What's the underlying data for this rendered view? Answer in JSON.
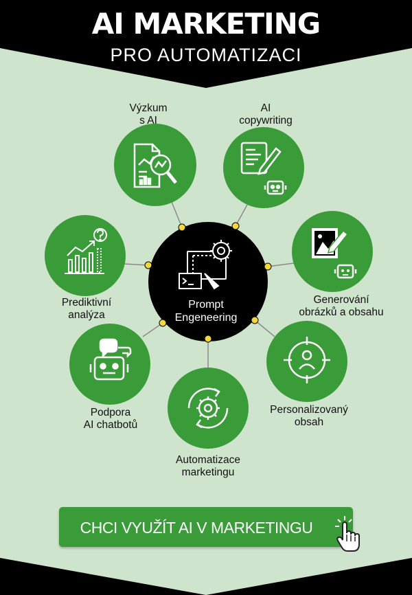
{
  "header": {
    "title": "AI MARKETING",
    "subtitle": "PRO AUTOMATIZACI"
  },
  "center": {
    "label_line1": "Prompt",
    "label_line2": "Engeneering",
    "icon": "prompt-engineering-icon"
  },
  "nodes": [
    {
      "id": "vyzkum",
      "line1": "Výzkum",
      "line2": "s AI",
      "icon": "research-report-icon"
    },
    {
      "id": "copywriting",
      "line1": "AI",
      "line2": "copywriting",
      "icon": "copywriting-robot-icon"
    },
    {
      "id": "generovani",
      "line1": "Generování",
      "line2": "obrázků a obsahu",
      "icon": "image-generation-icon"
    },
    {
      "id": "personalizovany",
      "line1": "Personalizovaný",
      "line2": "obsah",
      "icon": "target-person-icon"
    },
    {
      "id": "automatizace",
      "line1": "Automatizace",
      "line2": "marketingu",
      "icon": "gear-cycle-icon"
    },
    {
      "id": "chatboti",
      "line1": "Podpora",
      "line2": "AI chatbotů",
      "icon": "chatbot-icon"
    },
    {
      "id": "prediktivni",
      "line1": "Prediktivní",
      "line2": "analýza",
      "icon": "bar-chart-question-icon"
    }
  ],
  "cta": {
    "label": "CHCI VYUŽÍT AI V MARKETINGU",
    "icon": "hand-cursor-icon"
  },
  "colors": {
    "background": "#cfe4cd",
    "black": "#000000",
    "green": "#3a9c39",
    "connector_dot": "#f4d63d",
    "connector_line": "#8a8a8a",
    "white": "#ffffff"
  }
}
